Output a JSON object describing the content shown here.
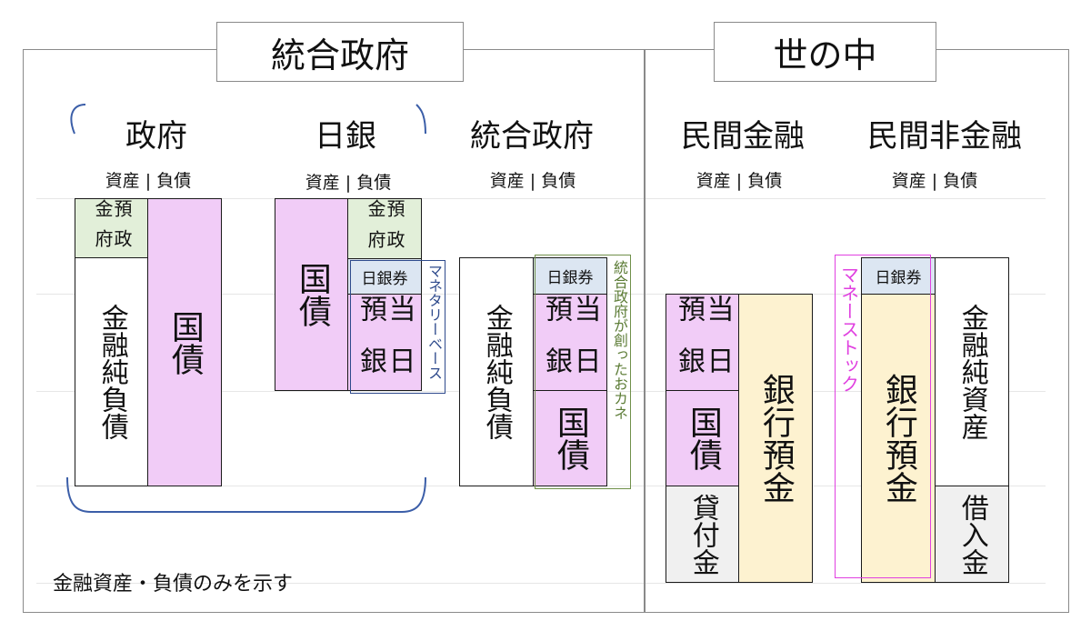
{
  "sections": {
    "left_title": "統合政府",
    "right_title": "世の中"
  },
  "columns": {
    "gov": "政府",
    "boj": "日銀",
    "integrated": "統合政府",
    "private_fin": "民間金融",
    "private_nonfin": "民間非金融"
  },
  "subhead": "資産 | 負債",
  "gov_bs": {
    "deposit_a": "政府",
    "deposit_b": "預金",
    "net_liab": "金融純負債",
    "jgb": "国債"
  },
  "boj_bs": {
    "jgb": "国債",
    "deposit_a": "政府",
    "deposit_b": "預金",
    "notes": "日銀券",
    "current_a": "日銀",
    "current_b": "当預",
    "monetary_base": "マネタリーベース"
  },
  "integrated_bs": {
    "net_liab": "金融純負債",
    "notes": "日銀券",
    "current_a": "日銀",
    "current_b": "当預",
    "jgb": "国債",
    "money_created": "統合政府が創ったおカネ"
  },
  "private_fin_bs": {
    "current_a": "日銀",
    "current_b": "当預",
    "jgb": "国債",
    "loans": "貸付金",
    "deposits": "銀行預金"
  },
  "private_nonfin_bs": {
    "notes": "日銀券",
    "deposits": "銀行預金",
    "net_assets": "金融純資産",
    "borrowings": "借入金",
    "money_stock": "マネーストック"
  },
  "footnote": "金融資産・負債のみを示す",
  "colors": {
    "pink": "#f1ccf7",
    "green": "#e2efd9",
    "blue": "#dce6f2",
    "yellow": "#fdf2d0",
    "gray": "#f0f0f0",
    "monetary_base_outline": "#2e4a8c",
    "integrated_money_outline": "#70904a",
    "money_stock_outline": "#e040e0",
    "bracket": "#3b5ea8"
  }
}
